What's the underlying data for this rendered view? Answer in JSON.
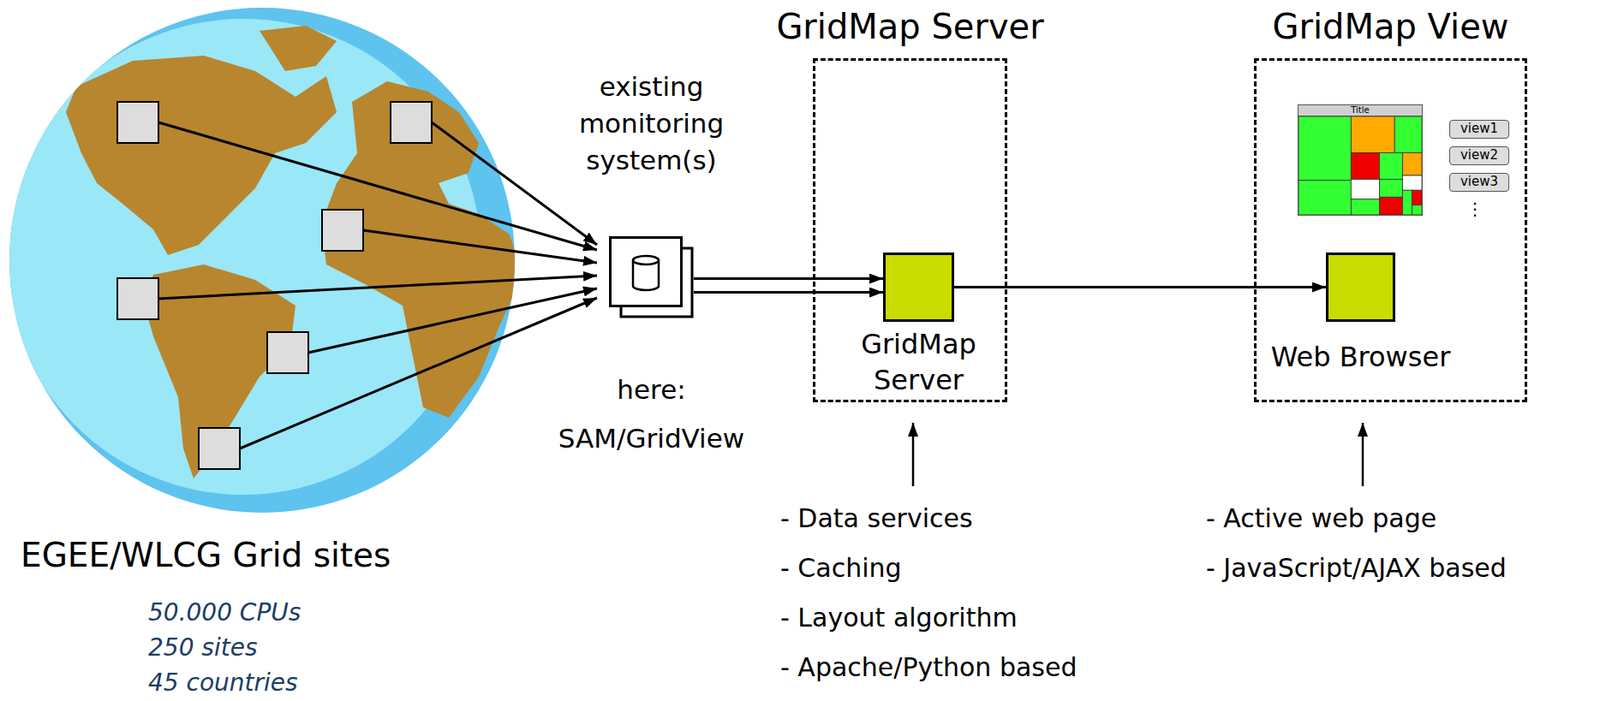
{
  "diagram": {
    "nodes": [
      {
        "text": [
          "existing monitoring system(s)",
          "here: SAM/GridView"
        ]
      },
      {
        "text": [
          "GridMap Server"
        ]
      },
      {
        "text": [
          "GridMap Server"
        ],
        "in": 1
      },
      {
        "text": [
          "GridMap View"
        ]
      },
      {
        "text": [
          "Title"
        ],
        "in": 3
      },
      {
        "text": [
          "view1"
        ],
        "in": 3
      },
      {
        "text": [
          "view2"
        ],
        "in": 3
      },
      {
        "text": [
          "view3"
        ],
        "in": 3
      },
      {
        "text": [
          "Web Browser"
        ],
        "in": 3
      }
    ],
    "edges": [
      {
        "from": 0,
        "to": 2,
        "arrow": "to"
      },
      {
        "from": 2,
        "to": 8,
        "arrow": "to"
      }
    ],
    "labels": [
      "EGEE/WLCG Grid sites",
      "50.000 CPUs",
      "250 sites",
      "45 countries",
      "- Data services",
      "- Caching",
      "- Layout algorithm",
      "- Apache/Python based",
      "- Active web page",
      "- JavaScript/AJAX based",
      "⋮"
    ]
  }
}
